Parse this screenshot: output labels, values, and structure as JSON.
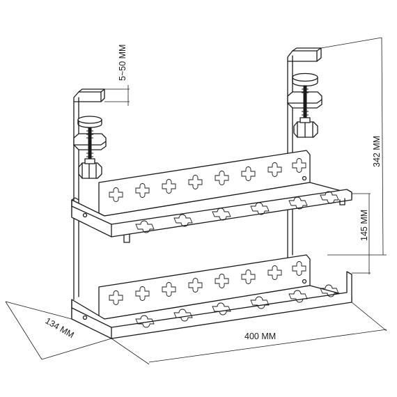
{
  "labels": {
    "clamp_range": "5~50 MM",
    "total_height": "342 MM",
    "tray_gap": "145 MM",
    "width": "400 MM",
    "depth": "134 MM"
  },
  "colors": {
    "line": "#1a1a1a",
    "background": "#ffffff"
  }
}
